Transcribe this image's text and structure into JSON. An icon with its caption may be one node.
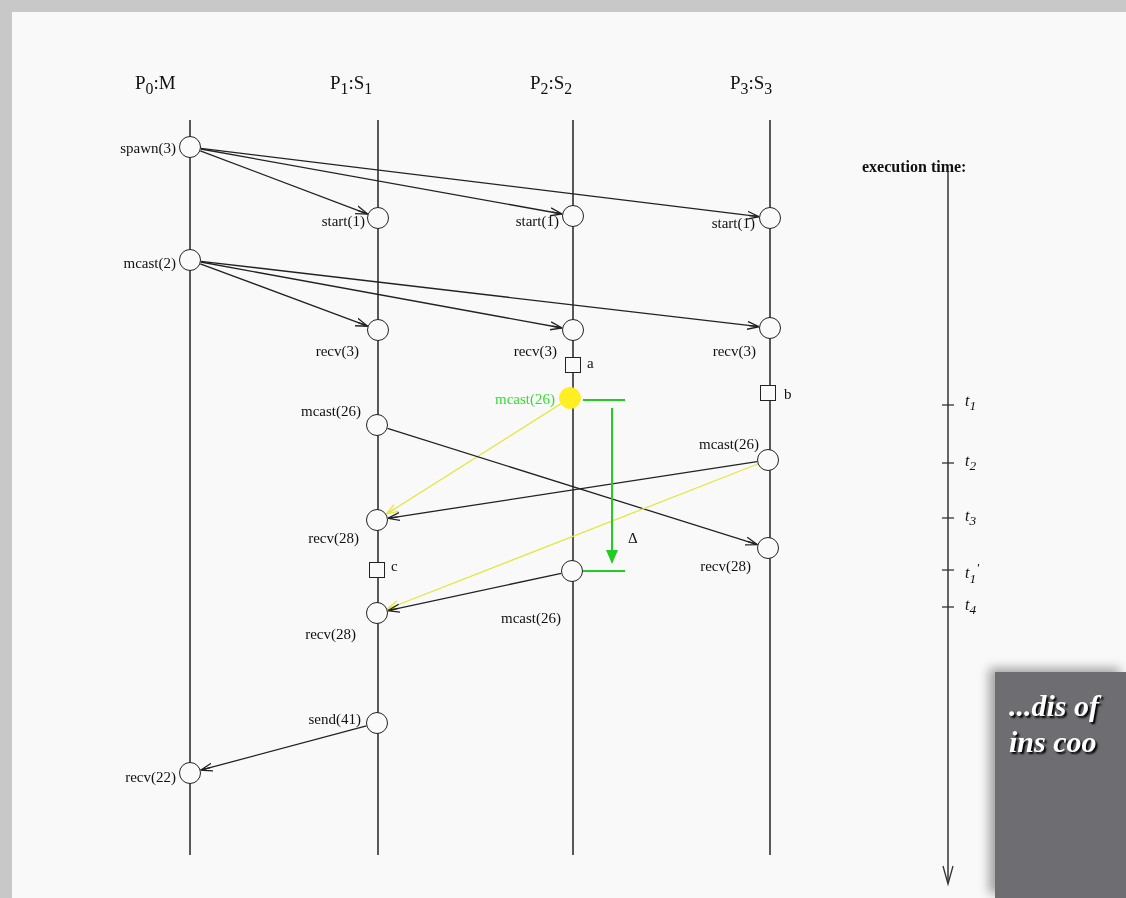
{
  "diagram": {
    "nodes": [
      {
        "text": [],
        "shape": "circle",
        "beside": [
          "spawn(3)"
        ]
      },
      {
        "text": [],
        "shape": "circle",
        "beside": [
          "start(1)"
        ]
      },
      {
        "text": [],
        "shape": "circle",
        "beside": [
          "start(1)"
        ]
      },
      {
        "text": [],
        "shape": "circle",
        "beside": [
          "start(1)"
        ]
      },
      {
        "text": [],
        "shape": "circle",
        "beside": [
          "mcast(2)"
        ]
      },
      {
        "text": [],
        "shape": "circle",
        "beside": [
          "recv(3)"
        ]
      },
      {
        "text": [],
        "shape": "circle",
        "beside": [
          "recv(3)"
        ]
      },
      {
        "text": [],
        "shape": "circle",
        "beside": [
          "recv(3)"
        ]
      },
      {
        "text": [],
        "shape": "box",
        "beside": [
          "a"
        ]
      },
      {
        "text": [],
        "shape": "circle",
        "beside": [
          "mcast(26)"
        ]
      },
      {
        "text": [],
        "shape": "box",
        "beside": [
          "b"
        ]
      },
      {
        "text": [],
        "shape": "circle",
        "beside": [
          "mcast(26)"
        ]
      },
      {
        "text": [],
        "shape": "circle",
        "beside": [
          "mcast(26)"
        ]
      },
      {
        "text": [],
        "shape": "circle",
        "beside": [
          "recv(28)"
        ]
      },
      {
        "text": [],
        "shape": "circle",
        "beside": [
          "recv(28)"
        ]
      },
      {
        "text": [],
        "shape": "box",
        "beside": [
          "c"
        ]
      },
      {
        "text": [],
        "shape": "circle",
        "beside": [
          "mcast(26)"
        ]
      },
      {
        "text": [],
        "shape": "circle",
        "beside": [
          "recv(28)"
        ]
      },
      {
        "text": [],
        "shape": "circle",
        "beside": [
          "send(41)"
        ]
      },
      {
        "text": [],
        "shape": "circle",
        "beside": [
          "recv(22)"
        ]
      }
    ],
    "edges": [
      {
        "from": 0,
        "to": 1,
        "arrow": "to"
      },
      {
        "from": 0,
        "to": 2,
        "arrow": "to"
      },
      {
        "from": 0,
        "to": 3,
        "arrow": "to"
      },
      {
        "from": 4,
        "to": 5,
        "arrow": "to"
      },
      {
        "from": 4,
        "to": 6,
        "arrow": "to"
      },
      {
        "from": 4,
        "to": 7,
        "arrow": "to"
      },
      {
        "from": 9,
        "to": 13,
        "arrow": "to",
        "color": "#e6e640"
      },
      {
        "from": 11,
        "to": 14,
        "arrow": "to"
      },
      {
        "from": 12,
        "to": 13,
        "arrow": "to"
      },
      {
        "from": 12,
        "to": 17,
        "arrow": "to",
        "color": "#e6e640"
      },
      {
        "from": 16,
        "to": 17,
        "arrow": "to"
      },
      {
        "from": 18,
        "to": 19,
        "arrow": "to"
      }
    ],
    "labels": [
      "P$_{0}$:M",
      "P$_{1}$:S$_{1}$",
      "P$_{2}$:S$_{2}$",
      "P$_{3}$:S$_{3}$",
      "execution time:",
      "t$_{1}$",
      "t$_{2}$",
      "Δ",
      "t$_{3}$",
      "t$_{1}$$^{'}$",
      "t$_{4}$",
      "...dis of ins coo"
    ]
  }
}
